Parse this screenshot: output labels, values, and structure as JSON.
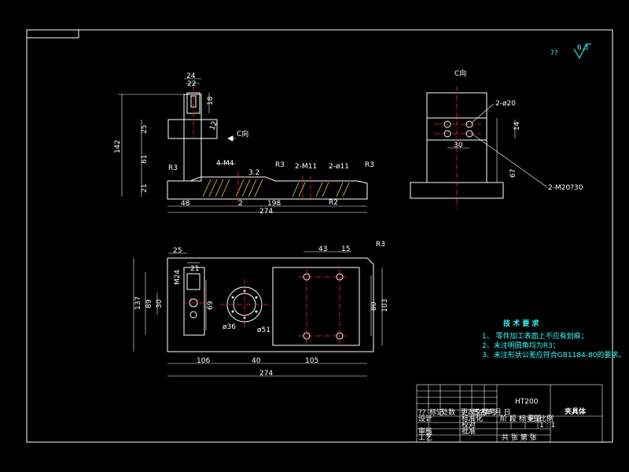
{
  "colors": {
    "background": "#000000",
    "line": "#ffffff",
    "dim": "#ffffff",
    "center": "#ff2a2a",
    "note": "#33ffff",
    "hatch": "#ffe36b"
  },
  "roughness": {
    "symbol": "??",
    "value": "6.3"
  },
  "view_label": "C向",
  "arrow_label": "C向",
  "front_view_dims": {
    "d24": "24",
    "d22": "22",
    "d18": "18",
    "d12": "12",
    "d25": "25",
    "d142": "142",
    "d61": "61",
    "d21": "21",
    "d48": "48",
    "d2": "2",
    "d198": "198",
    "d274": "274",
    "r3a": "R3",
    "r3b": "R3",
    "r3c": "R3",
    "r2": "R2",
    "m4": "4-M4",
    "d3_2": "3.2",
    "m11": "2-M11",
    "phi11": "2-ø11"
  },
  "side_view_dims": {
    "phi20": "2-ø20",
    "d14": "14",
    "d30": "30",
    "d67": "67",
    "m20": "2-M20?30"
  },
  "top_view_dims": {
    "d25": "25",
    "d21": "21",
    "m24": "M24",
    "d137": "137",
    "d89": "89",
    "d30": "30",
    "d69": "69",
    "phi36": "ø36",
    "phi51": "ø51",
    "d43": "43",
    "d15": "15",
    "r3": "R3",
    "d80": "80",
    "d103": "103",
    "d106": "106",
    "d40": "40",
    "d105": "105",
    "d274": "274"
  },
  "notes": {
    "title": "技 术 要 求",
    "items": [
      "1、 零件加工表面上不应有划痕；",
      "2、未注明圆角均为R3；",
      "3、未注形状公差应符合GB1184-80的要求。"
    ]
  },
  "title_block": {
    "material": "HT200",
    "part_name": "夹具体",
    "scale": "1 : 1",
    "c1": "??",
    "c2": "标记",
    "c3": "处数",
    "c4": "更改文件号",
    "c5": "签名",
    "c6": "年 月 日",
    "design": "设计",
    "standard": "标准化",
    "review": "审核",
    "process": "工艺",
    "proof": "校对",
    "approve": "批准",
    "stage": "阶 段 标 记",
    "weight": "重量",
    "ratio": "比例",
    "sheets": "共   张  第   张"
  }
}
